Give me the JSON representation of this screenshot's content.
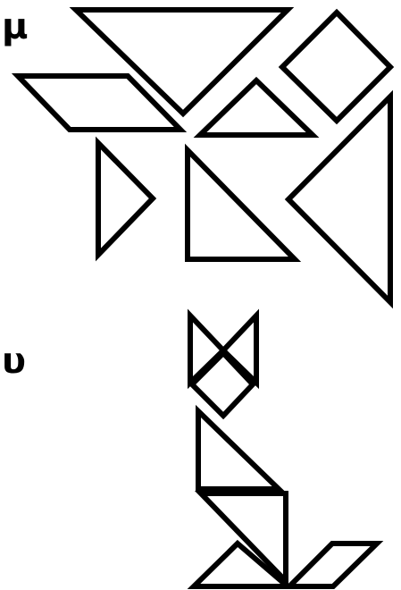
{
  "panels": [
    {
      "label": "μ",
      "pieces": [
        "large-triangle",
        "parallelogram",
        "square",
        "medium-triangle",
        "small-triangle",
        "small-triangle",
        "large-triangle"
      ]
    },
    {
      "label": "υ",
      "pieces": [
        "small-triangle",
        "small-triangle",
        "square",
        "medium-triangle",
        "large-triangle",
        "large-triangle",
        "parallelogram"
      ]
    }
  ],
  "colors": {
    "stroke": "#000000",
    "background": "#ffffff"
  }
}
